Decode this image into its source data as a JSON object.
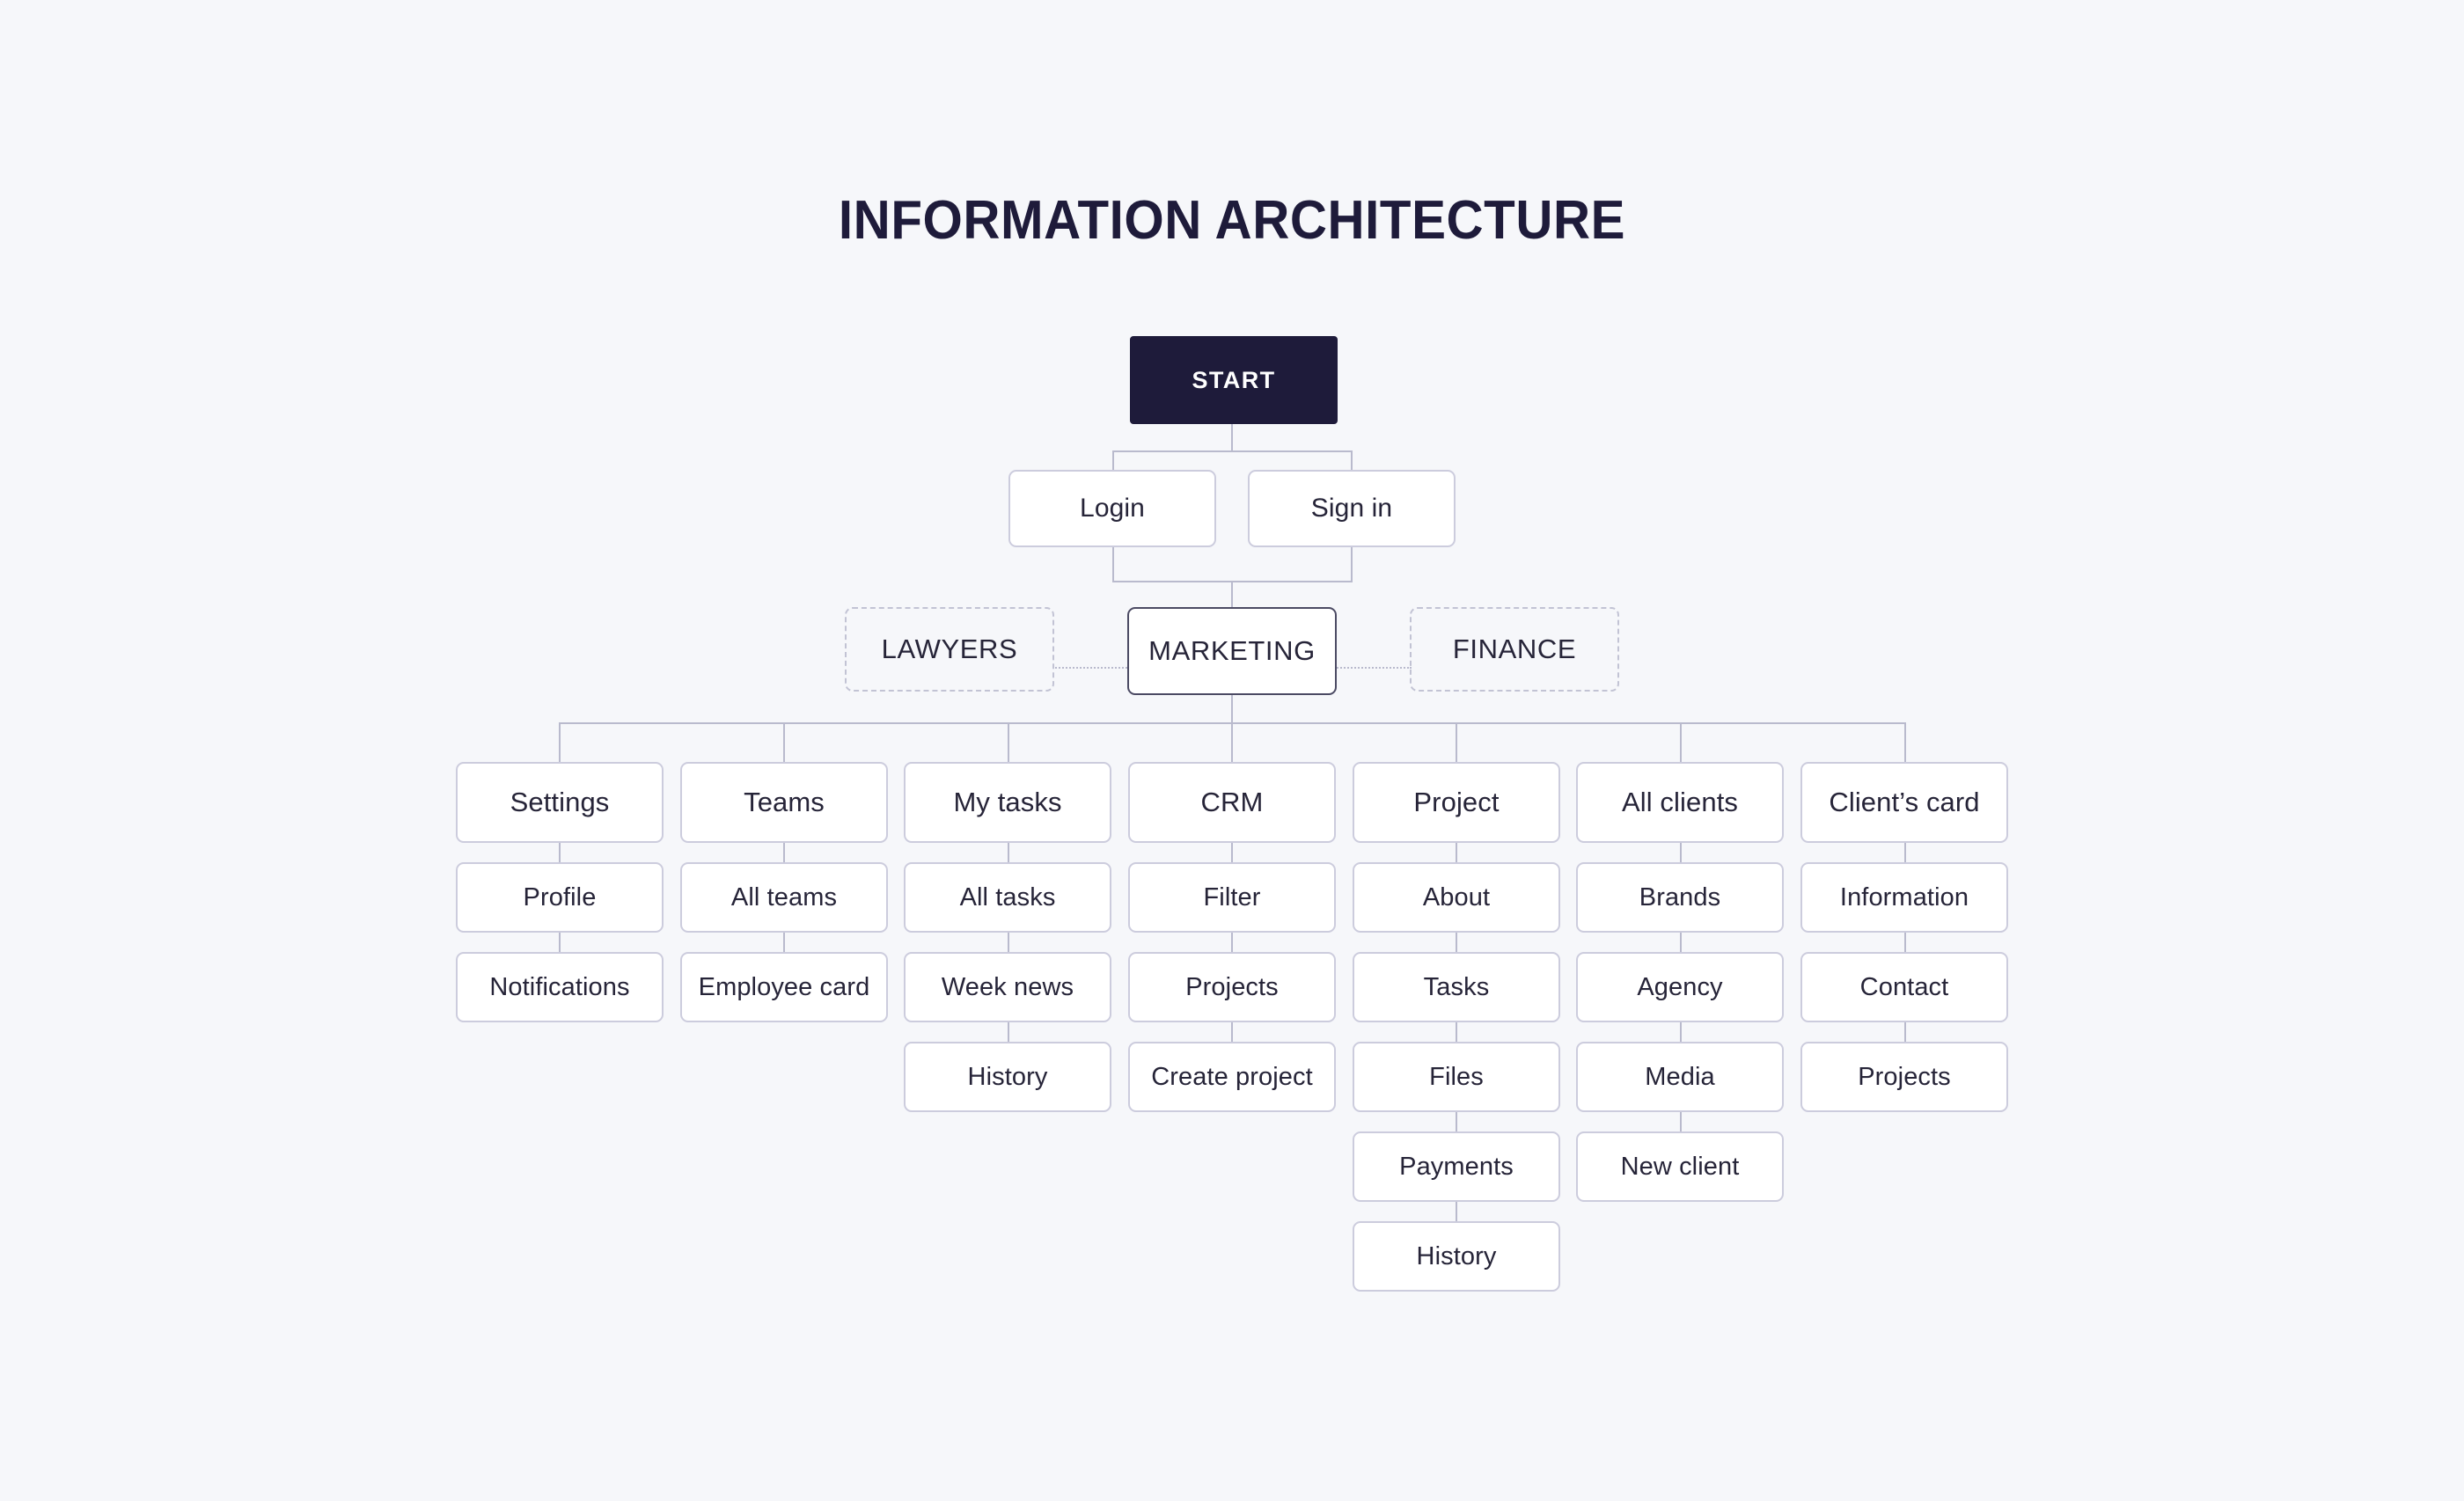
{
  "title": "INFORMATION ARCHITECTURE",
  "colors": {
    "background": "#f6f7fa",
    "node_fill": "#ffffff",
    "node_border": "#ccccdd",
    "connector": "#b9bacd",
    "text": "#262438",
    "start_fill": "#1e1b3a",
    "start_text": "#ffffff",
    "emphasis_border": "#4b4a63",
    "ghost_border": "#c2c3d4",
    "title_text": "#1e1b3a"
  },
  "root": {
    "label": "START"
  },
  "auth": [
    {
      "label": "Login"
    },
    {
      "label": "Sign in"
    }
  ],
  "departments": [
    {
      "label": "LAWYERS",
      "state": "inactive"
    },
    {
      "label": "MARKETING",
      "state": "active"
    },
    {
      "label": "FINANCE",
      "state": "inactive"
    }
  ],
  "sections": [
    {
      "label": "Settings",
      "children": [
        {
          "label": "Profile"
        },
        {
          "label": "Notifications"
        }
      ]
    },
    {
      "label": "Teams",
      "children": [
        {
          "label": "All teams"
        },
        {
          "label": "Employee card"
        }
      ]
    },
    {
      "label": "My tasks",
      "children": [
        {
          "label": "All tasks"
        },
        {
          "label": "Week news"
        },
        {
          "label": "History"
        }
      ]
    },
    {
      "label": "CRM",
      "children": [
        {
          "label": "Filter"
        },
        {
          "label": "Projects"
        },
        {
          "label": "Create project"
        }
      ]
    },
    {
      "label": "Project",
      "children": [
        {
          "label": "About"
        },
        {
          "label": "Tasks"
        },
        {
          "label": "Files"
        },
        {
          "label": "Payments"
        },
        {
          "label": "History"
        }
      ]
    },
    {
      "label": "All clients",
      "children": [
        {
          "label": "Brands"
        },
        {
          "label": "Agency"
        },
        {
          "label": "Media"
        },
        {
          "label": "New client"
        }
      ]
    },
    {
      "label": "Client’s card",
      "children": [
        {
          "label": "Information"
        },
        {
          "label": "Contact"
        },
        {
          "label": "Projects"
        }
      ]
    }
  ]
}
